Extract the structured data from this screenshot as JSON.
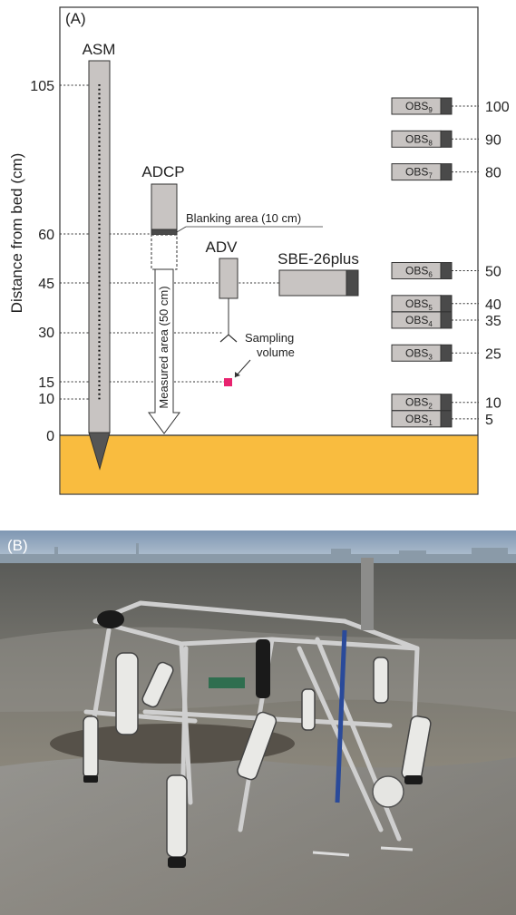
{
  "panel_a": {
    "label": "(A)",
    "y_axis_label": "Distance from bed (cm)",
    "left_ticks": [
      "105",
      "60",
      "45",
      "30",
      "15",
      "10",
      "0"
    ],
    "asm_label": "ASM",
    "adcp_label": "ADCP",
    "blanking_label": "Blanking area (10 cm)",
    "measured_label": "Measured area (50 cm)",
    "adv_label": "ADV",
    "sampling_label_line1": "Sampling",
    "sampling_label_line2": "volume",
    "sbe_label": "SBE-26plus",
    "obs": [
      {
        "base": "OBS",
        "sub": "9",
        "height": "100"
      },
      {
        "base": "OBS",
        "sub": "8",
        "height": "90"
      },
      {
        "base": "OBS",
        "sub": "7",
        "height": "80"
      },
      {
        "base": "OBS",
        "sub": "6",
        "height": "50"
      },
      {
        "base": "OBS",
        "sub": "5",
        "height": "40"
      },
      {
        "base": "OBS",
        "sub": "4",
        "height": "35"
      },
      {
        "base": "OBS",
        "sub": "3",
        "height": "25"
      },
      {
        "base": "OBS",
        "sub": "2",
        "height": "10"
      },
      {
        "base": "OBS",
        "sub": "1",
        "height": "5"
      }
    ],
    "colors": {
      "bed": "#f9bc3f",
      "instrument_gray": "#c8c4c2",
      "dark": "#4a4a4a",
      "sampling_volume": "#e8236f"
    }
  },
  "panel_b": {
    "label": "(B)"
  }
}
